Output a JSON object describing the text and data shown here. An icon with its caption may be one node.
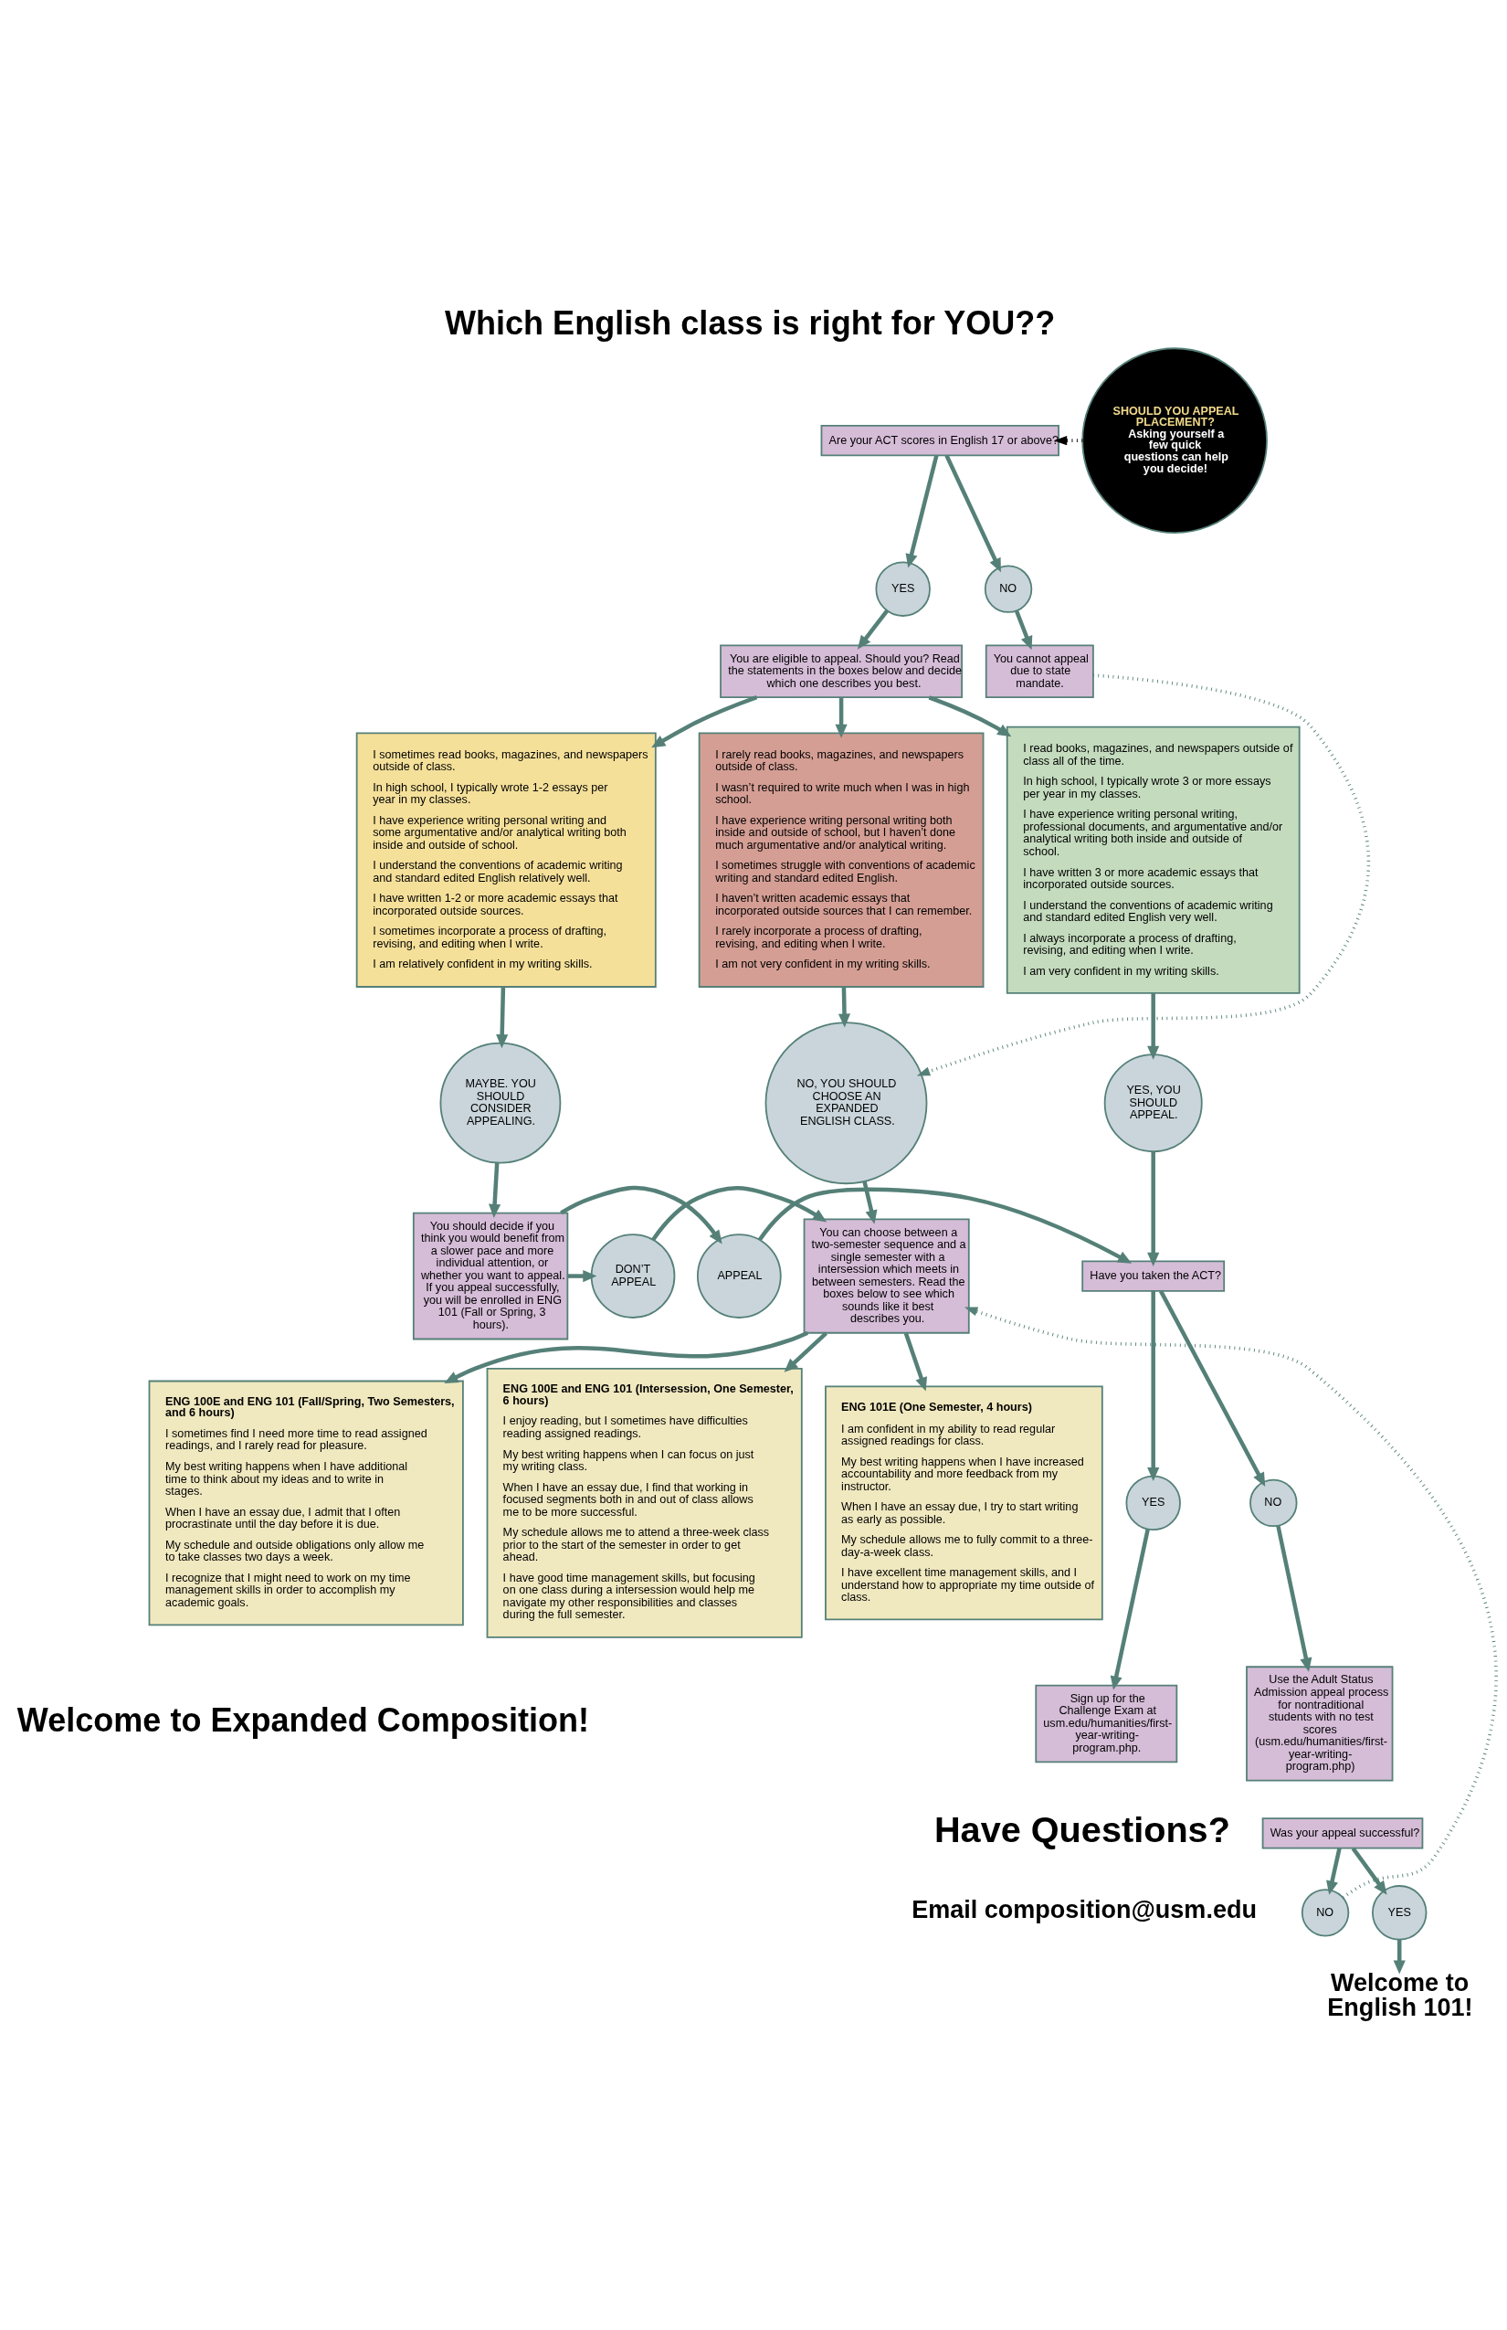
{
  "diagram": {
    "title": "Which English class is right for YOU??",
    "nodes": [
      {
        "text": [
          "Are your ACT scores in English 17 or above?"
        ]
      },
      {
        "text": [
          "YES"
        ]
      },
      {
        "text": [
          "NO"
        ]
      },
      {
        "text": [
          "You cannot appeal due to state mandate."
        ]
      },
      {
        "text": [
          "SHOULD YOU APPEAL PLACEMENT?",
          "Asking yourself a few quick questions can help you decide!"
        ]
      },
      {
        "text": [
          "You are eligible to appeal. Should you? Read the statements in the boxes below and decide which one describes you best."
        ]
      },
      {
        "text": [
          "I read books, magazines, and newspapers outside of class all of the time.",
          "In high school, I typically wrote 3 or more essays per year in my classes.",
          "I have experience writing personal writing, professional documents, and argumentative and/or analytical writing both inside and outside of school.",
          "I have written 3 or more academic essays that incorporated outside sources.",
          "I understand the conventions of academic writing and standard edited English very well.",
          "I always incorporate a process of drafting, revising, and editing when I write.",
          "I am very confident in my writing skills."
        ]
      },
      {
        "text": [
          "I sometimes read books, magazines, and newspapers outside of class.",
          "In high school, I typically wrote 1-2 essays per year in my classes.",
          "I have experience writing personal writing and some argumentative and/or analytical writing both inside and outside of school.",
          "I understand the conventions of academic writing and standard edited English relatively well.",
          "I have written 1-2 or more academic essays that incorporated outside sources.",
          "I sometimes incorporate a process of drafting, revising, and editing when I write.",
          "I am relatively confident in my writing skills."
        ]
      },
      {
        "text": [
          "I rarely read books, magazines, and newspapers outside of class.",
          "I wasn’t required to write much when I was in high school.",
          "I have experience writing personal writing both inside and outside of school, but I haven’t done much argumentative and/or analytical writing.",
          "I sometimes struggle with conventions of academic writing and standard edited English.",
          "I haven’t written academic essays that incorporated outside sources that I can remember.",
          "I rarely incorporate a process of drafting, revising, and editing when I write.",
          "I am not very confident in my writing skills."
        ]
      },
      {
        "text": [
          "YES, YOU SHOULD APPEAL."
        ]
      },
      {
        "text": [
          "MAYBE. YOU SHOULD CONSIDER APPEALING."
        ]
      },
      {
        "text": [
          "NO, YOU SHOULD CHOOSE AN EXPANDED ENGLISH CLASS."
        ]
      },
      {
        "text": [
          "Have you taken the ACT?"
        ]
      },
      {
        "text": [
          "APPEAL"
        ]
      },
      {
        "text": [
          "You should decide if you think you would benefit from a slower pace and more individual attention, or whether you want to appeal. If you appeal successfully, you will be enrolled in ENG 101 (Fall or Spring, 3 hours)."
        ]
      },
      {
        "text": [
          "DON’T APPEAL"
        ]
      },
      {
        "text": [
          "You can choose between a two-semester sequence and a single semester with a intersession which meets in between semesters. Read the boxes below to see which sounds like it best describes you."
        ]
      },
      {
        "text": [
          "YES"
        ]
      },
      {
        "text": [
          "NO"
        ]
      },
      {
        "text": [
          "Sign up for the Challenge Exam at usm.edu/humanities/first-year-writing-program.php."
        ]
      },
      {
        "text": [
          "Use the Adult Status Admission appeal process for nontraditional students with no test scores (usm.edu/humanities/first-year-writing-program.php)"
        ]
      },
      {
        "text": [
          "Was your appeal successful?"
        ]
      },
      {
        "text": [
          "YES"
        ]
      },
      {
        "text": [
          "NO"
        ]
      },
      {
        "text": [
          "Welcome to English 101!"
        ]
      },
      {
        "text": [
          "ENG 101E (One Semester, 4 hours)",
          "I am confident in my ability to read regular assigned readings for class.",
          "My best writing happens when I have increased accountability and more feedback from my instructor.",
          "When I have an essay due, I try to start writing as early as possible.",
          "My schedule allows me to fully commit to a three-day-a-week class.",
          "I have excellent time management skills, and I understand how to appropriate my time outside of class."
        ]
      },
      {
        "text": [
          "ENG 100E and ENG 101 (Fall/Spring, Two Semesters, and 6 hours)",
          "I sometimes find I need more time to read assigned readings, and I rarely read for pleasure.",
          "My best writing happens when I have additional time to think about my ideas and to write in stages.",
          "When I have an essay due, I admit that I often procrastinate until the day before it is due.",
          "My schedule and outside obligations only allow me to take classes two days a week.",
          "I recognize that I might need to work on my time management skills in order to accomplish my academic goals."
        ]
      },
      {
        "text": [
          "ENG 100E and ENG 101 (Intersession, One Semester, 6 hours)",
          "I enjoy reading, but I sometimes have difficulties reading assigned readings.",
          "My best writing happens when I can focus on just my writing class.",
          "When I have an essay due, I find that working in focused segments both in and out of class allows me to be more successful.",
          "My schedule allows me to attend a three-week class prior to the start of the semester in order to get ahead.",
          "I have good time management skills, but focusing on one class during a intersession would help me navigate my other responsibilities and classes during the full semester."
        ]
      }
    ],
    "edges": [
      {
        "from": 4,
        "to": 0,
        "arrow": "to",
        "style": "dashed",
        "color": "#000000"
      },
      {
        "from": 0,
        "to": 1,
        "arrow": "to"
      },
      {
        "from": 0,
        "to": 2,
        "arrow": "to"
      },
      {
        "from": 1,
        "to": 5,
        "arrow": "to"
      },
      {
        "from": 2,
        "to": 3,
        "arrow": "to"
      },
      {
        "from": 3,
        "to": 11,
        "arrow": "to",
        "style": "dashed"
      },
      {
        "from": 5,
        "to": 6,
        "arrow": "to"
      },
      {
        "from": 5,
        "to": 7,
        "arrow": "to"
      },
      {
        "from": 5,
        "to": 8,
        "arrow": "to"
      },
      {
        "from": 6,
        "to": 9,
        "arrow": "to"
      },
      {
        "from": 7,
        "to": 10,
        "arrow": "to"
      },
      {
        "from": 8,
        "to": 11,
        "arrow": "to"
      },
      {
        "from": 9,
        "to": 12,
        "arrow": "to"
      },
      {
        "from": 10,
        "to": 14,
        "arrow": "to"
      },
      {
        "from": 11,
        "to": 16,
        "arrow": "to"
      },
      {
        "from": 14,
        "to": 13,
        "arrow": "to"
      },
      {
        "from": 13,
        "to": 12,
        "arrow": "to"
      },
      {
        "from": 14,
        "to": 15,
        "arrow": "to"
      },
      {
        "from": 15,
        "to": 16,
        "arrow": "to"
      },
      {
        "from": 12,
        "to": 17,
        "arrow": "to"
      },
      {
        "from": 12,
        "to": 18,
        "arrow": "to"
      },
      {
        "from": 17,
        "to": 19,
        "arrow": "to"
      },
      {
        "from": 18,
        "to": 20,
        "arrow": "to"
      },
      {
        "from": 21,
        "to": 22,
        "arrow": "to"
      },
      {
        "from": 21,
        "to": 23,
        "arrow": "to"
      },
      {
        "from": 22,
        "to": 24,
        "arrow": "to"
      },
      {
        "from": 23,
        "to": 16,
        "arrow": "to",
        "style": "dashed"
      },
      {
        "from": 16,
        "to": 25,
        "arrow": "to"
      },
      {
        "from": 16,
        "to": 26,
        "arrow": "to"
      },
      {
        "from": 16,
        "to": 27,
        "arrow": "to"
      }
    ],
    "labels": [
      "Have Questions?",
      "Email composition@usm.edu",
      "Welcome to Expanded Composition!"
    ]
  }
}
